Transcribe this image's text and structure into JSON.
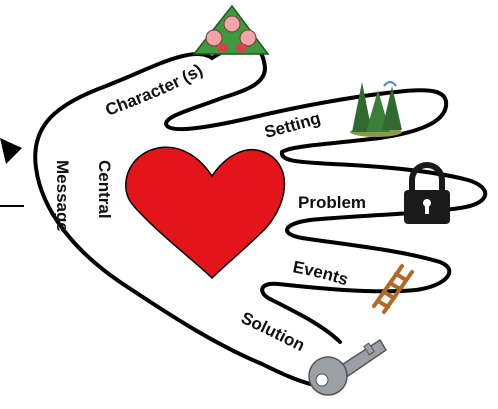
{
  "labels": {
    "characters": "Character (s)",
    "setting": "Setting",
    "problem": "Problem",
    "events": "Events",
    "solution": "Solution",
    "central": "Central",
    "message": "Message"
  },
  "icons": {
    "characters": "three-pigs-on-hill-icon",
    "setting": "pine-trees-icon",
    "problem": "padlock-icon",
    "events": "ladder-icon",
    "solution": "key-icon",
    "center": "heart-icon",
    "pointer": "arrow-icon"
  },
  "colors": {
    "outline": "#000000",
    "heart": "#e4141b",
    "padlock": "#1a1a1a",
    "ladder": "#b06a26",
    "key": "#9aa0a6",
    "hill": "#3f9a3f",
    "trees": "#2f6b2f",
    "pig": "#f2a3a8"
  }
}
